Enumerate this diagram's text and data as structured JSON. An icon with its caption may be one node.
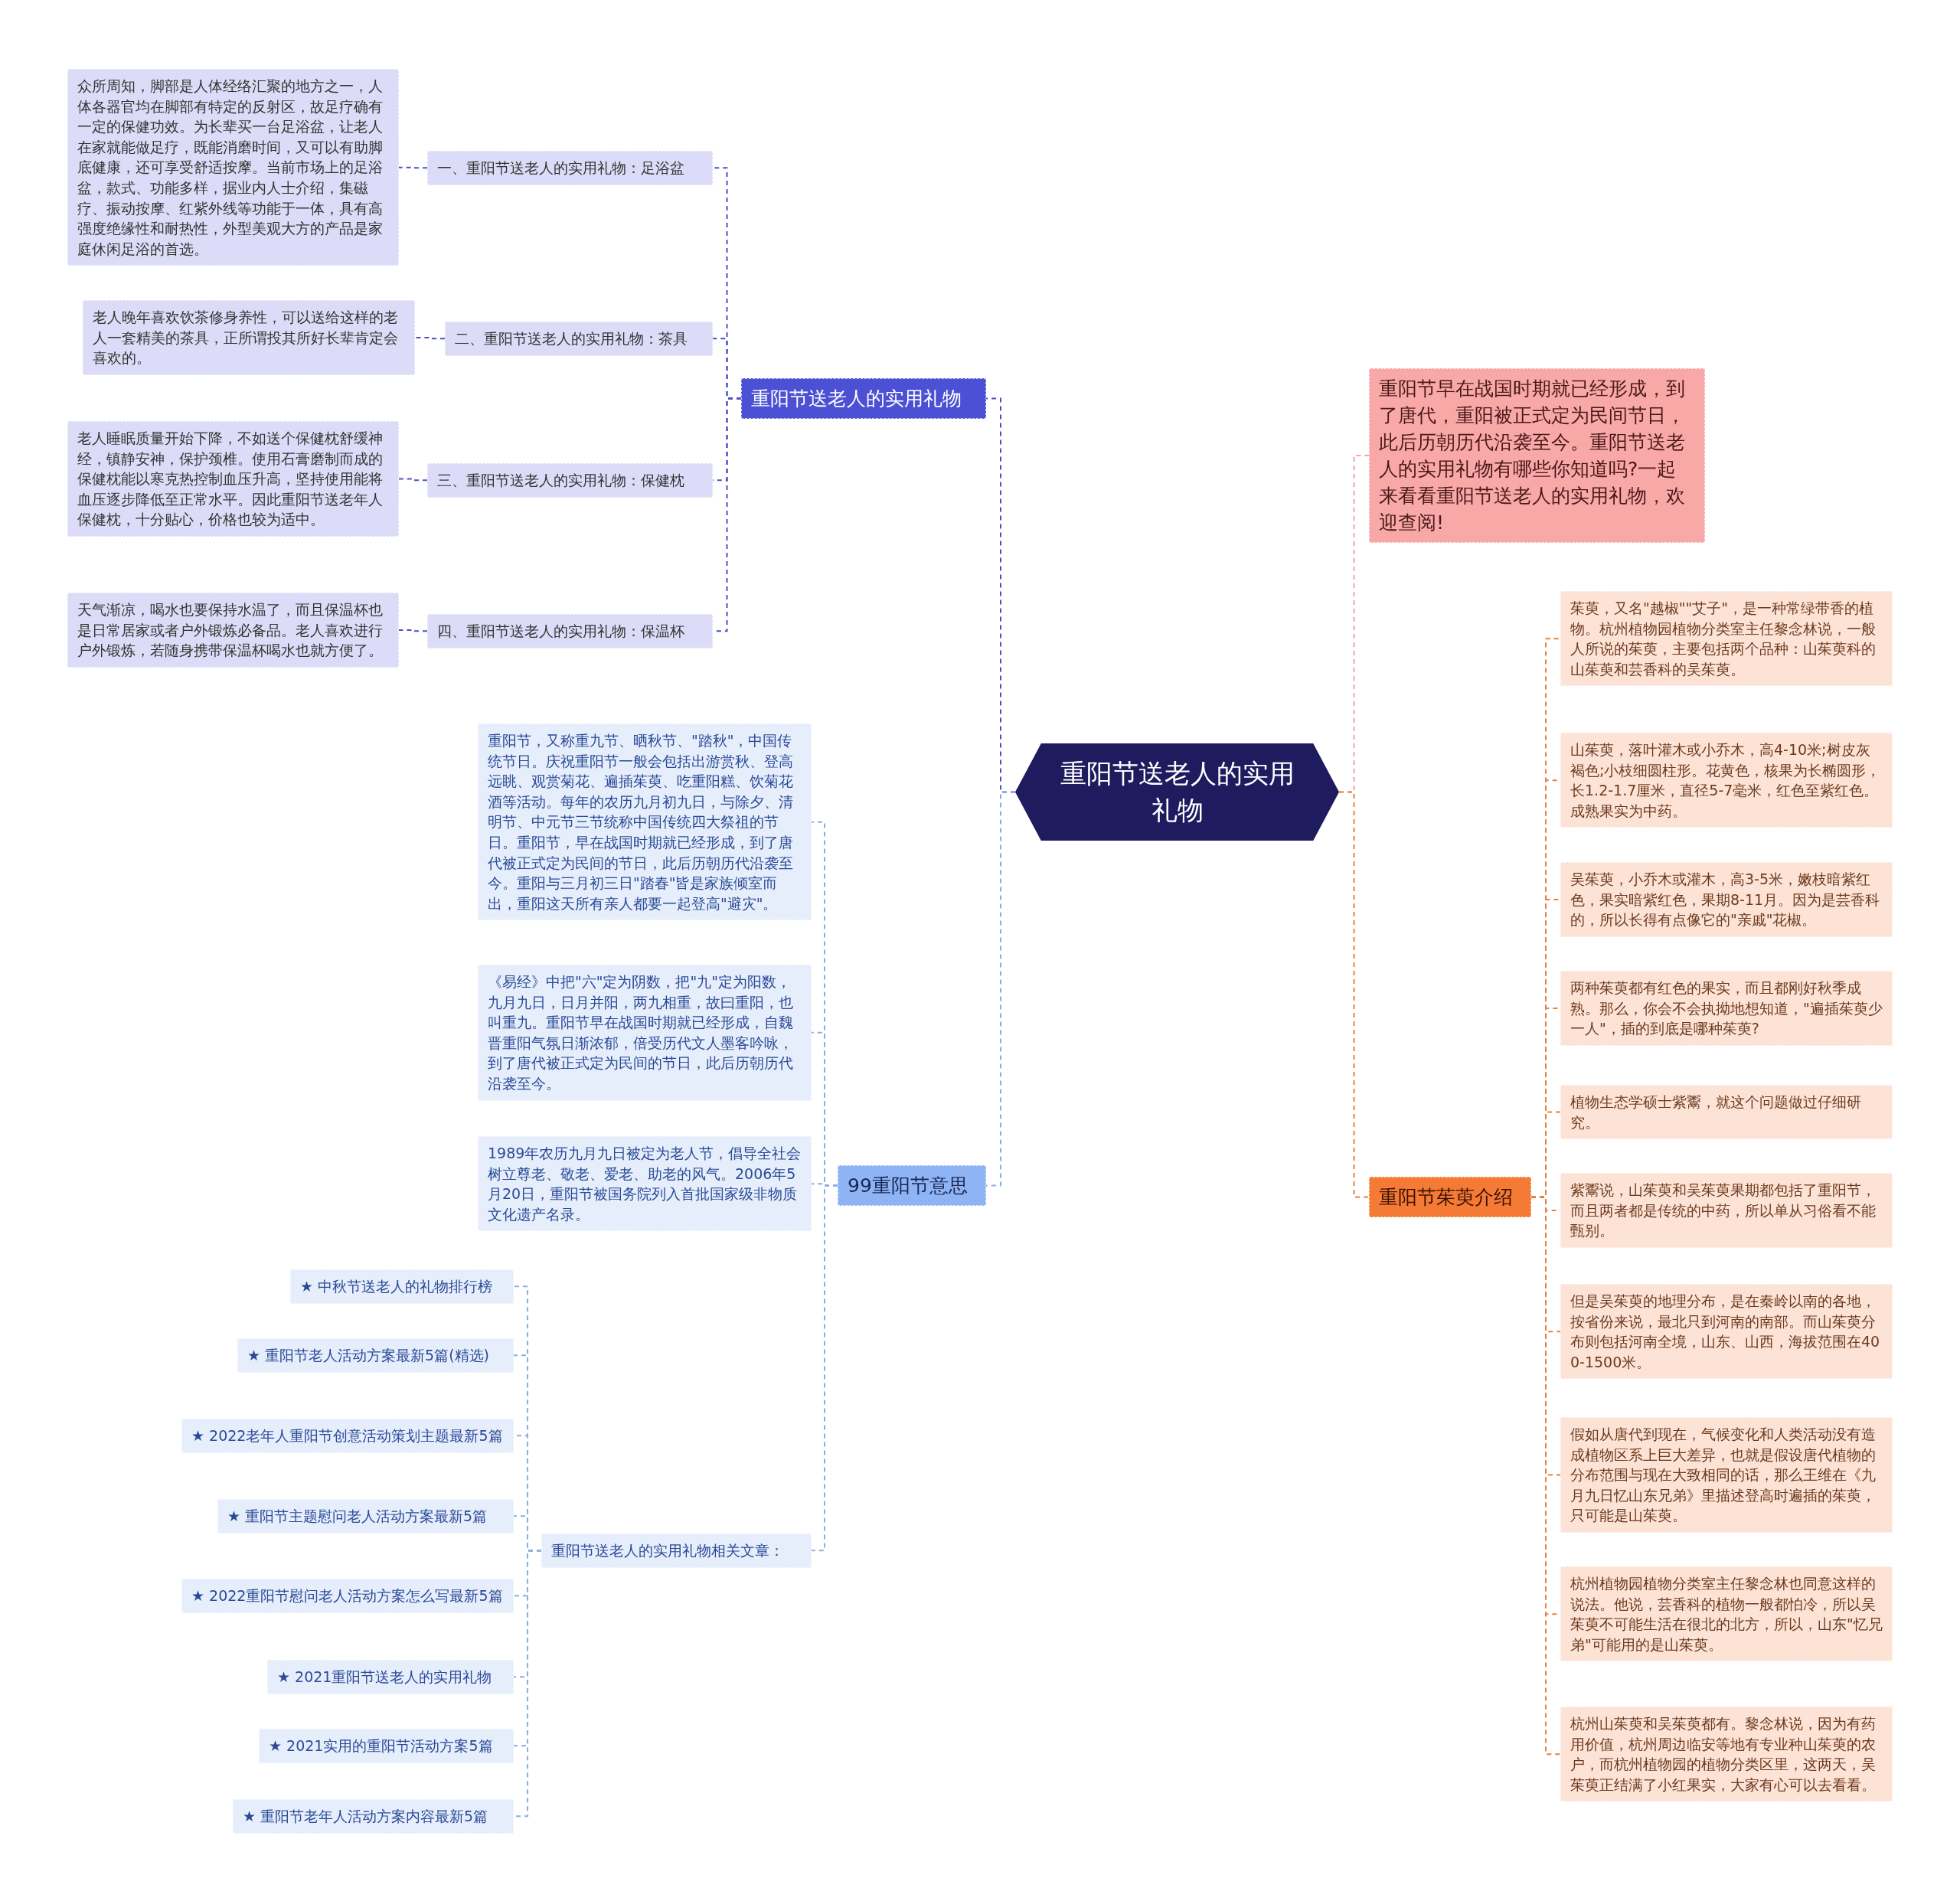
{
  "diagram": {
    "nodes": [
      {
        "text": [
          "重阳节送老人的实用礼物"
        ]
      },
      {
        "text": [
          "重阳节送老人的实用礼物"
        ]
      },
      {
        "text": [
          "一、重阳节送老人的实用礼物：足浴盆"
        ]
      },
      {
        "text": [
          "众所周知，脚部是人体经络汇聚的地方之一，人体各器官均在脚部有特定的反射区，故足疗确有一定的保健功效。为长辈买一台足浴盆，让老人在家就能做足疗，既能消磨时间，又可以有助脚底健康，还可享受舒适按摩。当前市场上的足浴盆，款式、功能多样，据业内人士介绍，集磁疗、振动按摩、红紫外线等功能于一体，具有高强度绝缘性和耐热性，外型美观大方的产品是家庭休闲足浴的首选。"
        ]
      },
      {
        "text": [
          "二、重阳节送老人的实用礼物：茶具"
        ]
      },
      {
        "text": [
          "老人晚年喜欢饮茶修身养性，可以送给这样的老人一套精美的茶具，正所谓投其所好长辈肯定会喜欢的。"
        ]
      },
      {
        "text": [
          "三、重阳节送老人的实用礼物：保健枕"
        ]
      },
      {
        "text": [
          "老人睡眠质量开始下降，不如送个保健枕舒缓神经，镇静安神，保护颈椎。使用石膏磨制而成的保健枕能以寒克热控制血压升高，坚持使用能将血压逐步降低至正常水平。因此重阳节送老年人保健枕，十分贴心，价格也较为适中。"
        ]
      },
      {
        "text": [
          "四、重阳节送老人的实用礼物：保温杯"
        ]
      },
      {
        "text": [
          "天气渐凉，喝水也要保持水温了，而且保温杯也是日常居家或者户外锻炼必备品。老人喜欢进行户外锻炼，若随身携带保温杯喝水也就方便了。"
        ]
      },
      {
        "text": [
          "99重阳节意思"
        ]
      },
      {
        "text": [
          "重阳节，又称重九节、晒秋节、\"踏秋\"，中国传统节日。庆祝重阳节一般会包括出游赏秋、登高远眺、观赏菊花、遍插茱萸、吃重阳糕、饮菊花酒等活动。每年的农历九月初九日，与除夕、清明节、中元节三节统称中国传统四大祭祖的节日。重阳节，早在战国时期就已经形成，到了唐代被正式定为民间的节日，此后历朝历代沿袭至今。重阳与三月初三日\"踏春\"皆是家族倾室而出，重阳这天所有亲人都要一起登高\"避灾\"。"
        ]
      },
      {
        "text": [
          "《易经》中把\"六\"定为阴数，把\"九\"定为阳数，九月九日，日月并阳，两九相重，故曰重阳，也叫重九。重阳节早在战国时期就已经形成，自魏晋重阳气氛日渐浓郁，倍受历代文人墨客吟咏，到了唐代被正式定为民间的节日，此后历朝历代沿袭至今。"
        ]
      },
      {
        "text": [
          "1989年农历九月九日被定为老人节，倡导全社会树立尊老、敬老、爱老、助老的风气。2006年5月20日，重阳节被国务院列入首批国家级非物质文化遗产名录。"
        ]
      },
      {
        "text": [
          "重阳节送老人的实用礼物相关文章："
        ]
      },
      {
        "text": [
          "★ 中秋节送老人的礼物排行榜"
        ]
      },
      {
        "text": [
          "★ 重阳节老人活动方案最新5篇(精选)"
        ]
      },
      {
        "text": [
          "★ 2022老年人重阳节创意活动策划主题最新5篇"
        ]
      },
      {
        "text": [
          "★ 重阳节主题慰问老人活动方案最新5篇"
        ]
      },
      {
        "text": [
          "★ 2022重阳节慰问老人活动方案怎么写最新5篇"
        ]
      },
      {
        "text": [
          "★ 2021重阳节送老人的实用礼物"
        ]
      },
      {
        "text": [
          "★ 2021实用的重阳节活动方案5篇"
        ]
      },
      {
        "text": [
          "★ 重阳节老年人活动方案内容最新5篇"
        ]
      },
      {
        "text": [
          "重阳节早在战国时期就已经形成，到了唐代，重阳被正式定为民间节日，此后历朝历代沿袭至今。重阳节送老人的实用礼物有哪些你知道吗?一起来看看重阳节送老人的实用礼物，欢迎查阅!"
        ]
      },
      {
        "text": [
          "重阳节茱萸介绍"
        ]
      },
      {
        "text": [
          "茱萸，又名\"越椒\"\"艾子\"，是一种常绿带香的植物。杭州植物园植物分类室主任黎念林说，一般人所说的茱萸，主要包括两个品种：山茱萸科的山茱萸和芸香科的吴茱萸。"
        ]
      },
      {
        "text": [
          "山茱萸，落叶灌木或小乔木，高4-10米;树皮灰褐色;小枝细圆柱形。花黄色，核果为长椭圆形，长1.2-1.7厘米，直径5-7毫米，红色至紫红色。成熟果实为中药。"
        ]
      },
      {
        "text": [
          "吴茱萸，小乔木或灌木，高3-5米，嫩枝暗紫红色，果实暗紫红色，果期8-11月。因为是芸香科的，所以长得有点像它的\"亲戚\"花椒。"
        ]
      },
      {
        "text": [
          "两种茱萸都有红色的果实，而且都刚好秋季成熟。那么，你会不会执拗地想知道，\"遍插茱萸少一人\"，插的到底是哪种茱萸?"
        ]
      },
      {
        "text": [
          "植物生态学硕士紫鬻，就这个问题做过仔细研究。"
        ]
      },
      {
        "text": [
          "紫鬻说，山茱萸和吴茱萸果期都包括了重阳节，而且两者都是传统的中药，所以单从习俗看不能甄别。"
        ]
      },
      {
        "text": [
          "但是吴茱萸的地理分布，是在秦岭以南的各地，按省份来说，最北只到河南的南部。而山茱萸分布则包括河南全境，山东、山西，海拔范围在400-1500米。"
        ]
      },
      {
        "text": [
          "假如从唐代到现在，气候变化和人类活动没有造成植物区系上巨大差异，也就是假设唐代植物的分布范围与现在大致相同的话，那么王维在《九月九日忆山东兄弟》里描述登高时遍插的茱萸，只可能是山茱萸。"
        ]
      },
      {
        "text": [
          "杭州植物园植物分类室主任黎念林也同意这样的说法。他说，芸香科的植物一般都怕冷，所以吴茱萸不可能生活在很北的北方，所以，山东\"忆兄弟\"可能用的是山茱萸。"
        ]
      },
      {
        "text": [
          "杭州山茱萸和吴茱萸都有。黎念林说，因为有药用价值，杭州周边临安等地有专业种山茱萸的农户，而杭州植物园的植物分类区里，这两天，吴茱萸正结满了小红果实，大家有心可以去看看。"
        ]
      }
    ],
    "edges": [
      {
        "from": 0,
        "to": 1,
        "arrow": "none",
        "color": "#4b4fc9"
      },
      {
        "from": 1,
        "to": 2,
        "arrow": "none",
        "color": "#4b4fc9"
      },
      {
        "from": 2,
        "to": 3,
        "arrow": "none",
        "color": "#4b4fc9"
      },
      {
        "from": 1,
        "to": 4,
        "arrow": "none",
        "color": "#4b4fc9"
      },
      {
        "from": 4,
        "to": 5,
        "arrow": "none",
        "color": "#4b4fc9"
      },
      {
        "from": 1,
        "to": 6,
        "arrow": "none",
        "color": "#4b4fc9"
      },
      {
        "from": 6,
        "to": 7,
        "arrow": "none",
        "color": "#4b4fc9"
      },
      {
        "from": 1,
        "to": 8,
        "arrow": "none",
        "color": "#4b4fc9"
      },
      {
        "from": 8,
        "to": 9,
        "arrow": "none",
        "color": "#4b4fc9"
      },
      {
        "from": 0,
        "to": 10,
        "arrow": "none"
      },
      {
        "from": 10,
        "to": 11,
        "arrow": "none"
      },
      {
        "from": 10,
        "to": 12,
        "arrow": "none"
      },
      {
        "from": 10,
        "to": 13,
        "arrow": "none"
      },
      {
        "from": 10,
        "to": 14,
        "arrow": "none"
      },
      {
        "from": 14,
        "to": 15,
        "arrow": "none"
      },
      {
        "from": 14,
        "to": 16,
        "arrow": "none"
      },
      {
        "from": 14,
        "to": 17,
        "arrow": "none"
      },
      {
        "from": 14,
        "to": 18,
        "arrow": "none"
      },
      {
        "from": 14,
        "to": 19,
        "arrow": "none"
      },
      {
        "from": 14,
        "to": 20,
        "arrow": "none"
      },
      {
        "from": 14,
        "to": 21,
        "arrow": "none"
      },
      {
        "from": 14,
        "to": 22,
        "arrow": "none"
      },
      {
        "from": 0,
        "to": 23,
        "arrow": "none",
        "color": "#f2a3a3"
      },
      {
        "from": 0,
        "to": 24,
        "arrow": "none",
        "color": "#e8803e"
      },
      {
        "from": 24,
        "to": 25,
        "arrow": "none",
        "color": "#e8803e"
      },
      {
        "from": 24,
        "to": 26,
        "arrow": "none",
        "color": "#e8803e"
      },
      {
        "from": 24,
        "to": 27,
        "arrow": "none",
        "color": "#e8803e"
      },
      {
        "from": 24,
        "to": 28,
        "arrow": "none",
        "color": "#e8803e"
      },
      {
        "from": 24,
        "to": 29,
        "arrow": "none",
        "color": "#e8803e"
      },
      {
        "from": 24,
        "to": 30,
        "arrow": "none",
        "color": "#e8803e"
      },
      {
        "from": 24,
        "to": 31,
        "arrow": "none",
        "color": "#e8803e"
      },
      {
        "from": 24,
        "to": 32,
        "arrow": "none",
        "color": "#e8803e"
      },
      {
        "from": 24,
        "to": 33,
        "arrow": "none",
        "color": "#e8803e"
      },
      {
        "from": 24,
        "to": 34,
        "arrow": "none",
        "color": "#e8803e"
      }
    ]
  }
}
